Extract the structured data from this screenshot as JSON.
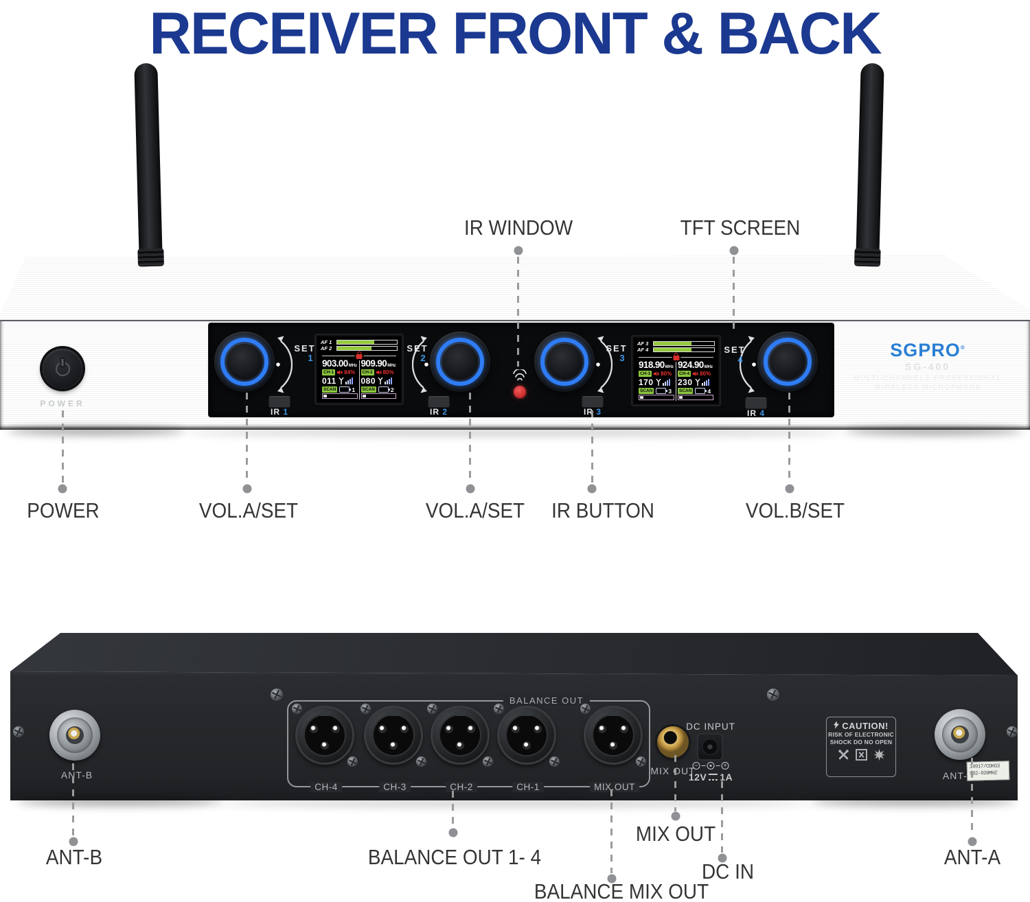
{
  "title": "RECEIVER FRONT & BACK",
  "front": {
    "power_label": "POWER",
    "set_label": "SET",
    "ir_label": "IR",
    "channel_numbers": [
      "1",
      "2",
      "3",
      "4"
    ],
    "brand": {
      "name": "SGPRO",
      "reg": "®",
      "model": "SG-400",
      "tagline1": "MULTI-CHANNELS PROFESSIONAL",
      "tagline2": "WIRELESS MICROPHONE"
    },
    "displays": [
      {
        "af": [
          {
            "label": "AF 1",
            "fill": 62
          },
          {
            "label": "AF 2",
            "fill": 57
          }
        ],
        "channels": [
          {
            "freq": "903.00",
            "unit": "MHz",
            "ch": "CH-1",
            "pct": "84%",
            "val": "011",
            "scan": "SCAN",
            "bat": "1"
          },
          {
            "freq": "909.90",
            "unit": "MHz",
            "ch": "CH-2",
            "pct": "80%",
            "val": "080",
            "scan": "SCAN",
            "bat": "2"
          }
        ]
      },
      {
        "af": [
          {
            "label": "AF 3",
            "fill": 63
          },
          {
            "label": "AF 4",
            "fill": 63
          }
        ],
        "channels": [
          {
            "freq": "918.90",
            "unit": "MHz",
            "ch": "CH-3",
            "pct": "80%",
            "val": "170",
            "scan": "SCAN",
            "bat": "3"
          },
          {
            "freq": "924.90",
            "unit": "MHz",
            "ch": "CH-4",
            "pct": "80%",
            "val": "230",
            "scan": "SCAN",
            "bat": "4"
          }
        ]
      }
    ]
  },
  "back": {
    "balance_group_label": "BALANCE OUT",
    "xlr_labels": [
      "CH-4",
      "CH-3",
      "CH-2",
      "CH-1",
      "MIX.OUT"
    ],
    "ant_b_label": "ANT-B",
    "ant_a_label": "ANT-A",
    "mix_out_label": "MIX OUT",
    "dc_input_label": "DC INPUT",
    "dc_rating": {
      "volts": "12V",
      "amps": "1A"
    },
    "polarity": {
      "minus": "−",
      "plus": "+"
    },
    "caution": {
      "title": "CAUTION!",
      "line1": "RISK OF ELECTRONIC",
      "line2": "SHOCK DO NO OPEN"
    },
    "sticker": {
      "line1": "14917/CDKG3",
      "line2": "902-928MHZ"
    }
  },
  "callouts": {
    "front_top": [
      {
        "label": "IR WINDOW"
      },
      {
        "label": "TFT SCREEN"
      }
    ],
    "front_bottom": [
      {
        "label": "POWER"
      },
      {
        "label": "VOL.A/SET"
      },
      {
        "label": "VOL.A/SET"
      },
      {
        "label": "IR BUTTON"
      },
      {
        "label": "VOL.B/SET"
      }
    ],
    "back_bottom": [
      {
        "label": "ANT-B"
      },
      {
        "label": "BALANCE OUT 1- 4"
      },
      {
        "label": "MIX OUT"
      },
      {
        "label": "DC IN"
      },
      {
        "label": "BALANCE MIX OUT"
      },
      {
        "label": "ANT-A"
      }
    ]
  },
  "colors": {
    "title_navy": "#1b3990",
    "accent_blue": "#2a7fd4",
    "knob_ring_blue": "#2f7df6",
    "display_green": "#8cc63e",
    "alert_red": "#e8312f",
    "leader_gray": "#9b9b9b"
  }
}
